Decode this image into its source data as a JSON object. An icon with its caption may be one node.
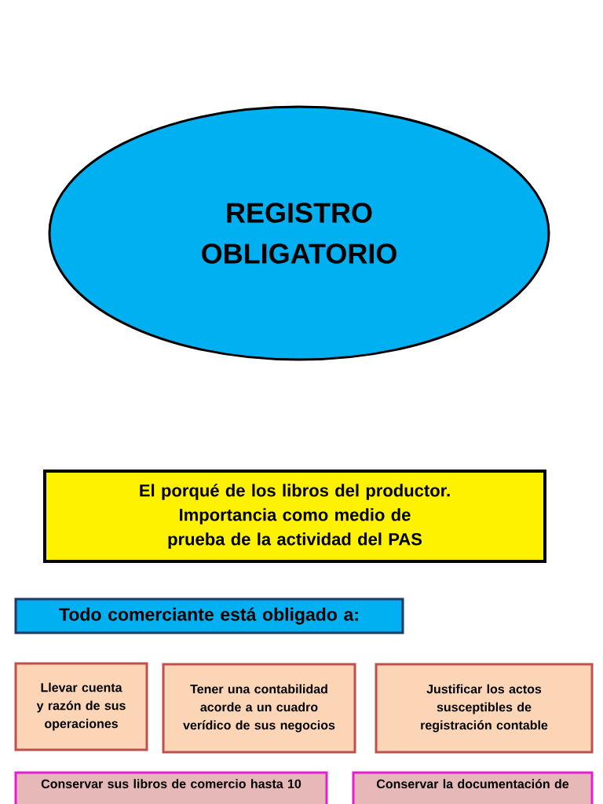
{
  "diagram": {
    "nodes": [
      {
        "text": [
          "REGISTRO OBLIGATORIO"
        ]
      },
      {
        "text": [
          "El porqué de los libros del productor. Importancia como medio de prueba de la actividad del PAS"
        ]
      },
      {
        "text": [
          "Todo comerciante está obligado a:"
        ]
      },
      {
        "text": [
          "Llevar cuenta y razón de sus operaciones"
        ]
      },
      {
        "text": [
          "Tener una contabilidad acorde a un cuadro verídico de sus negocios"
        ]
      },
      {
        "text": [
          "Justificar los actos susceptibles de registración contable"
        ]
      },
      {
        "text": [
          "Conservar sus libros de comercio hasta 10"
        ]
      },
      {
        "text": [
          "Conservar la documentación de"
        ]
      }
    ]
  }
}
